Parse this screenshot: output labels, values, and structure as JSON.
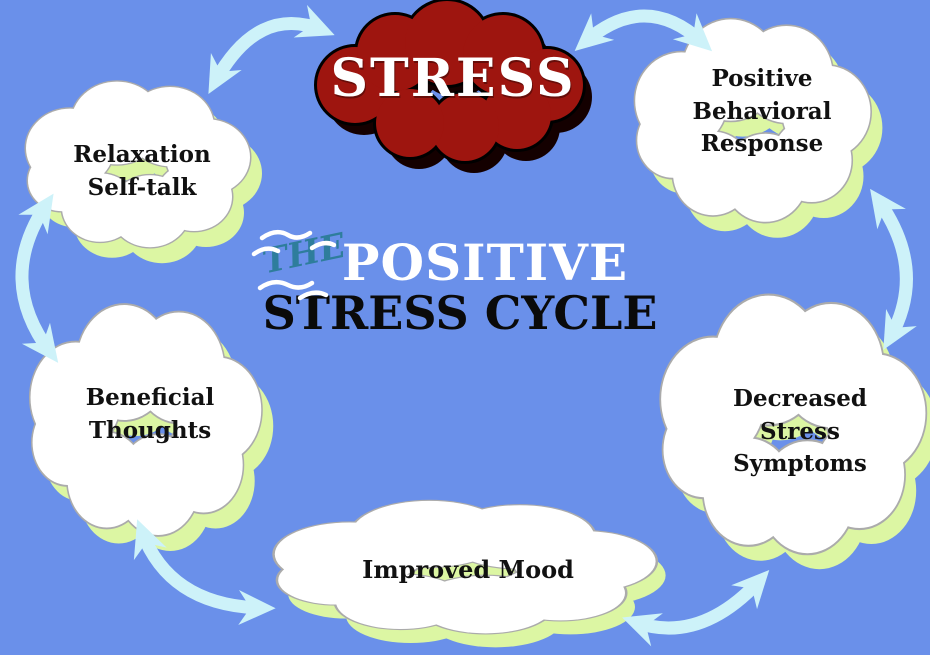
{
  "diagram": {
    "title": {
      "the": "THE",
      "line1": "POSITIVE",
      "line2": "STRESS CYCLE"
    },
    "stress_cloud": {
      "label": "STRESS"
    },
    "clouds": [
      {
        "id": "relaxation-self-talk",
        "label": "Relaxation\nSelf-talk"
      },
      {
        "id": "positive-behavioral-response",
        "label": "Positive\nBehavioral\nResponse"
      },
      {
        "id": "decreased-stress-symptoms",
        "label": "Decreased\nStress\nSymptoms"
      },
      {
        "id": "improved-mood",
        "label": "Improved Mood"
      },
      {
        "id": "beneficial-thoughts",
        "label": "Beneficial\nThoughts"
      }
    ],
    "cycle_connections": [
      "relaxation-self-talk <-> stress",
      "stress <-> positive-behavioral-response",
      "positive-behavioral-response <-> decreased-stress-symptoms",
      "decreased-stress-symptoms <-> improved-mood",
      "improved-mood <-> beneficial-thoughts",
      "beneficial-thoughts <-> relaxation-self-talk"
    ],
    "colors": {
      "background": "#6A90EA",
      "cloud_fill": "#FFFFFF",
      "cloud_shadow": "#DCF6A3",
      "cloud_outline": "#ABABAB",
      "arrow": "#CDF2F9",
      "stress_cloud_fill": "#9E150F",
      "stress_cloud_outline": "#000000",
      "the_word": "#2E7D9C",
      "title_positive": "#FFFFFF",
      "title_stress_cycle": "#0A0A0A"
    }
  }
}
